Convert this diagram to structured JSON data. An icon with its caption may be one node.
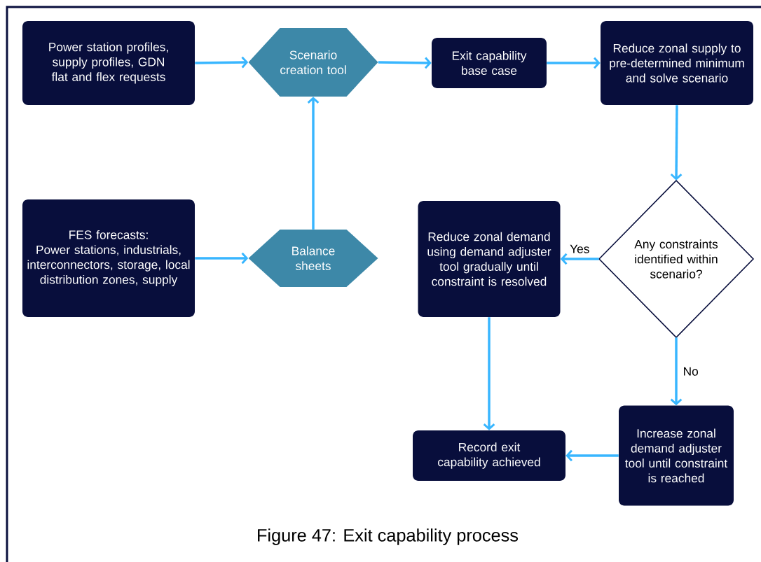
{
  "diagram": {
    "caption": "Figure 47: Exit capability process",
    "nodes": [
      {
        "text": [
          "Power station profiles, supply profiles, GDN flat and flex requests"
        ]
      },
      {
        "text": [
          "Scenario creation tool"
        ]
      },
      {
        "text": [
          "Exit capability base case"
        ]
      },
      {
        "text": [
          "Reduce zonal supply to pre-determined minimum and solve scenario"
        ]
      },
      {
        "text": [
          "FES forecasts:",
          "Power stations, industrials, interconnectors, storage, local distribution zones, supply"
        ]
      },
      {
        "text": [
          "Balance sheets"
        ]
      },
      {
        "text": [
          "Reduce zonal demand using demand adjuster tool gradually until constraint is resolved"
        ]
      },
      {
        "text": [
          "Any constraints identified within scenario?"
        ]
      },
      {
        "text": [
          "Record exit capability achieved"
        ]
      },
      {
        "text": [
          "Increase zonal demand adjuster tool until constraint is reached"
        ]
      }
    ],
    "edges": [
      {
        "from": 0,
        "to": 1,
        "arrow": "to"
      },
      {
        "from": 1,
        "to": 2,
        "arrow": "to"
      },
      {
        "from": 2,
        "to": 3,
        "arrow": "to"
      },
      {
        "from": 3,
        "to": 7,
        "arrow": "to"
      },
      {
        "from": 4,
        "to": 5,
        "arrow": "to"
      },
      {
        "from": 5,
        "to": 1,
        "arrow": "to"
      },
      {
        "from": 7,
        "to": 6,
        "label": "Yes",
        "arrow": "to"
      },
      {
        "from": 7,
        "to": 9,
        "label": "No",
        "arrow": "to"
      },
      {
        "from": 6,
        "to": 8,
        "arrow": "to"
      },
      {
        "from": 9,
        "to": 8,
        "arrow": "to"
      }
    ]
  }
}
